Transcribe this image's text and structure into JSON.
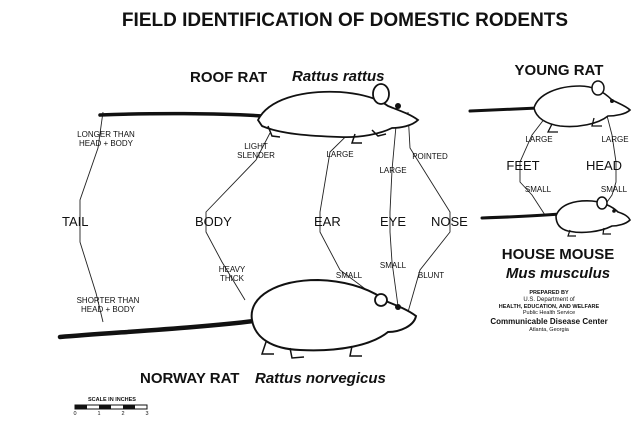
{
  "title": "FIELD IDENTIFICATION OF DOMESTIC RODENTS",
  "roof_rat": {
    "name": "ROOF RAT",
    "scientific": "Rattus rattus"
  },
  "norway_rat": {
    "name": "NORWAY RAT",
    "scientific": "Rattus norvegicus"
  },
  "young_rat": {
    "name": "YOUNG RAT"
  },
  "house_mouse": {
    "name": "HOUSE MOUSE",
    "scientific": "Mus musculus"
  },
  "traits": {
    "tail": {
      "label": "TAIL",
      "top": "LONGER THAN\nHEAD + BODY",
      "bottom": "SHORTER THAN\nHEAD + BODY"
    },
    "body": {
      "label": "BODY",
      "top": "LIGHT\nSLENDER",
      "bottom": "HEAVY\nTHICK"
    },
    "ear": {
      "label": "EAR",
      "top": "LARGE",
      "bottom": "SMALL"
    },
    "eye": {
      "label": "EYE",
      "top": "LARGE",
      "bottom": "SMALL"
    },
    "nose": {
      "label": "NOSE",
      "top": "POINTED",
      "bottom": "BLUNT"
    }
  },
  "young_traits": {
    "feet": {
      "label": "FEET",
      "top": "LARGE",
      "bottom": "SMALL"
    },
    "head": {
      "label": "HEAD",
      "top": "LARGE",
      "bottom": "SMALL"
    }
  },
  "credit": {
    "prepared_by": "PREPARED BY",
    "dept": "U.S. Department of",
    "hew": "HEALTH, EDUCATION, AND WELFARE",
    "phs": "Public Health Service",
    "cdc": "Communicable Disease Center",
    "city": "Atlanta, Georgia"
  },
  "scale": {
    "label": "SCALE IN INCHES",
    "ticks": [
      "0",
      "1",
      "2",
      "3"
    ]
  }
}
